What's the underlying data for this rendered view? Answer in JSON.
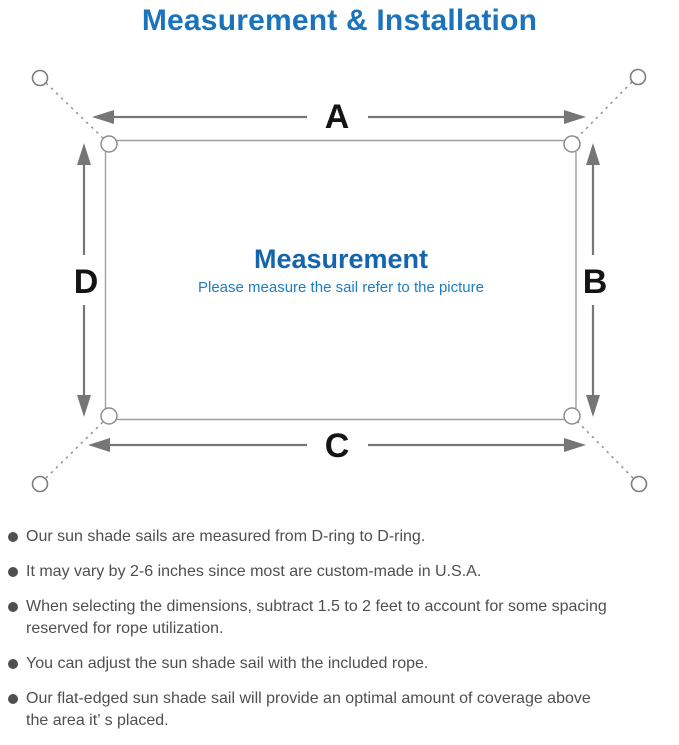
{
  "page": {
    "title": "Measurement & Installation"
  },
  "diagram": {
    "labels": {
      "top": "A",
      "right": "B",
      "bottom": "C",
      "left": "D"
    },
    "center_title": "Measurement",
    "center_subtitle": "Please measure the sail refer to the picture"
  },
  "notes": [
    "Our sun shade sails are measured from D-ring to D-ring.",
    "It may vary by 2-6 inches since most are custom-made in U.S.A.",
    "When selecting the dimensions, subtract 1.5 to 2 feet to account for some spacing\nreserved for rope utilization.",
    "You can adjust the sun shade sail with the included rope.",
    "Our flat-edged sun shade sail will provide an optimal amount of coverage above\nthe area it’ s placed."
  ],
  "colors": {
    "accent_blue": "#1b74bb",
    "center_blue": "#1464ae",
    "subtitle_blue": "#1d7dc4",
    "text_gray": "#4f4f4f",
    "arrow_gray": "#767676",
    "outline_gray": "#9e9e9e",
    "dash_gray": "#8c8c8c"
  }
}
